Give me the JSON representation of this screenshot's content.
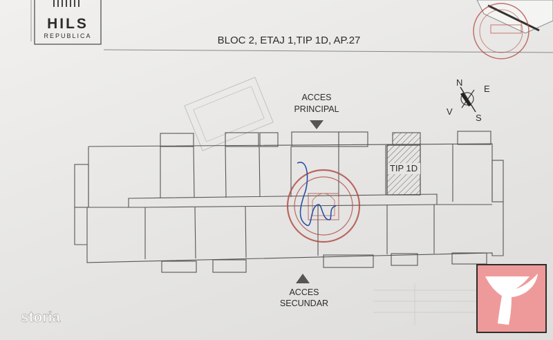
{
  "logo": {
    "name": "HILS",
    "subtitle": "REPUBLICA"
  },
  "title": "BLOC 2, ETAJ 1,TIP 1D, AP.27",
  "entrances": {
    "main": [
      "ACCES",
      "PRINCIPAL"
    ],
    "secondary": [
      "ACCES",
      "SECUNDAR"
    ]
  },
  "compass": {
    "n": "N",
    "e": "E",
    "s": "S",
    "w": "V"
  },
  "unit_label": "TIP 1D",
  "watermark": {
    "name": "storia"
  },
  "colors": {
    "line": "#555555",
    "stamp": "#b0473f",
    "ink": "#2a4fa3",
    "brand_bg": "#ef9a9a",
    "brand_border": "#2c2c2c"
  }
}
